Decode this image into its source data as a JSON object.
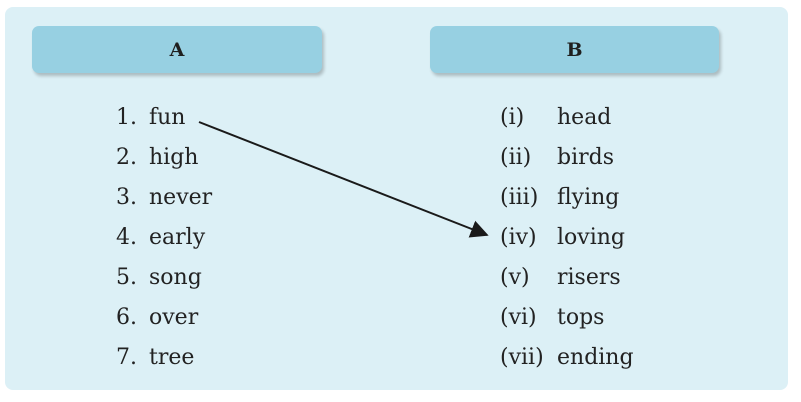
{
  "column_a": {
    "header": "A",
    "items": [
      {
        "num": "1.",
        "word": "fun"
      },
      {
        "num": "2.",
        "word": "high"
      },
      {
        "num": "3.",
        "word": "never"
      },
      {
        "num": "4.",
        "word": "early"
      },
      {
        "num": "5.",
        "word": "song"
      },
      {
        "num": "6.",
        "word": "over"
      },
      {
        "num": "7.",
        "word": "tree"
      }
    ]
  },
  "column_b": {
    "header": "B",
    "items": [
      {
        "num": "(i)",
        "word": "head"
      },
      {
        "num": "(ii)",
        "word": "birds"
      },
      {
        "num": "(iii)",
        "word": "flying"
      },
      {
        "num": "(iv)",
        "word": "loving"
      },
      {
        "num": "(v)",
        "word": "risers"
      },
      {
        "num": "(vi)",
        "word": "tops"
      },
      {
        "num": "(vii)",
        "word": "ending"
      }
    ]
  },
  "example_match": {
    "from": "1.",
    "to": "(iv)"
  },
  "colors": {
    "panel": "#dcf0f6",
    "header": "#97d0e2",
    "text": "#222222",
    "arrow": "#1a1a1a"
  }
}
